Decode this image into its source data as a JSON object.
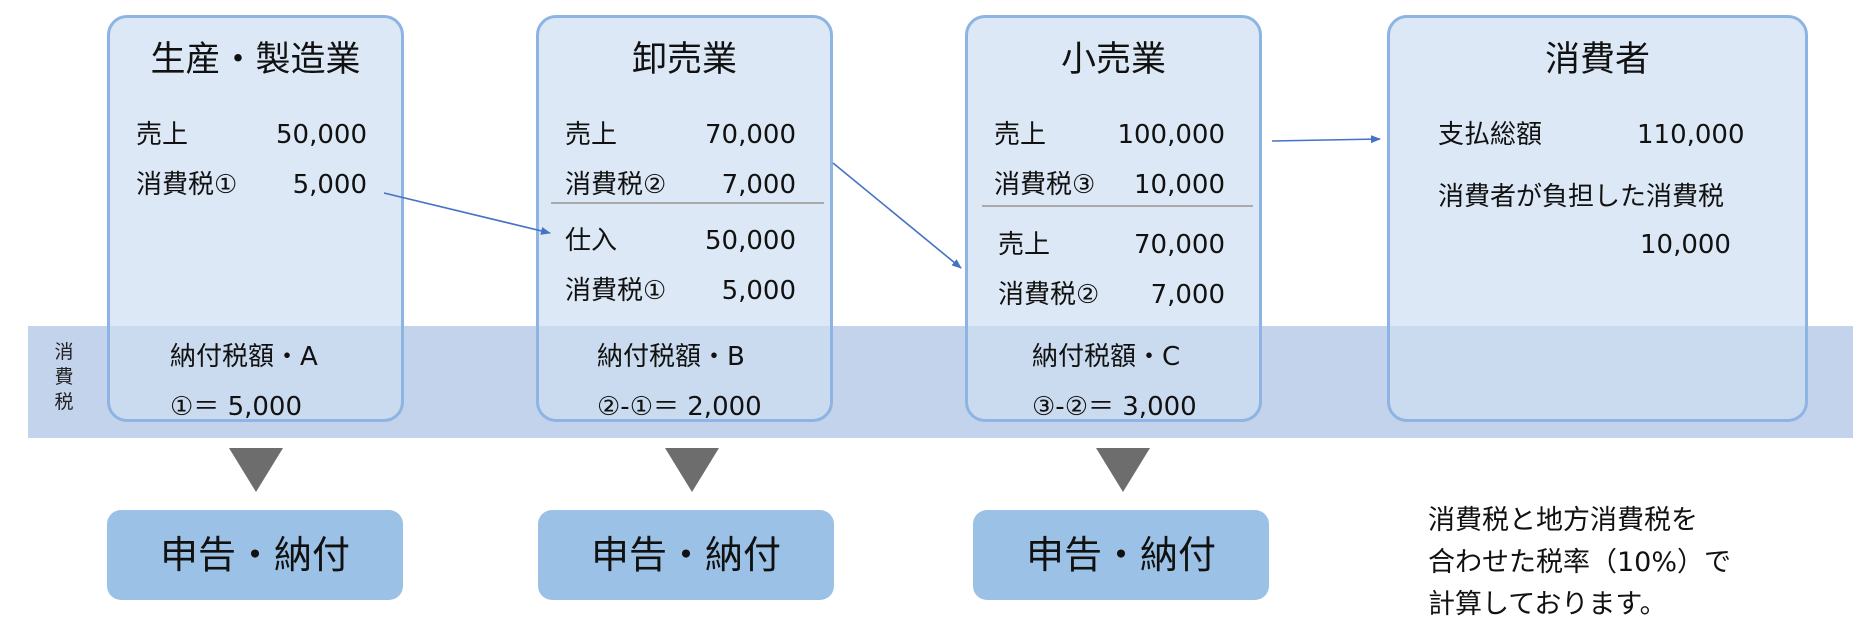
{
  "band": {
    "label": [
      "消",
      "費",
      "税"
    ]
  },
  "stages": [
    {
      "title": "生産・製造業",
      "rows": [
        {
          "label": "売上",
          "value": "50,000"
        },
        {
          "label": "消費税①",
          "value": "5,000"
        }
      ],
      "tax": {
        "label": "納付税額・A",
        "formula": "①＝ 5,000"
      },
      "action": "申告・納付"
    },
    {
      "title": "卸売業",
      "rows": [
        {
          "label": "売上",
          "value": "70,000"
        },
        {
          "label": "消費税②",
          "value": "7,000"
        },
        {
          "label": "仕入",
          "value": "50,000"
        },
        {
          "label": "消費税①",
          "value": "5,000"
        }
      ],
      "tax": {
        "label": "納付税額・B",
        "formula": "②-①＝ 2,000"
      },
      "action": "申告・納付"
    },
    {
      "title": "小売業",
      "rows": [
        {
          "label": "売上",
          "value": "100,000"
        },
        {
          "label": "消費税③",
          "value": "10,000"
        },
        {
          "label": "売上",
          "value": "70,000"
        },
        {
          "label": "消費税②",
          "value": "7,000"
        }
      ],
      "tax": {
        "label": "納付税額・C",
        "formula": "③-②＝ 3,000"
      },
      "action": "申告・納付"
    }
  ],
  "consumer": {
    "title": "消費者",
    "total_label": "支払総額",
    "total_value": "110,000",
    "burden_label": "消費者が負担した消費税",
    "burden_value": "10,000"
  },
  "note": [
    "消費税と地方消費税を",
    "合わせた税率（10%）で",
    "計算しております。"
  ],
  "colors": {
    "box_border": "#8db4e2",
    "box_fill": "#cddef1",
    "band": "#c3d3ec",
    "button": "#9bc2e6",
    "arrow": "#4472c4",
    "triangle": "#6d6d6d"
  }
}
